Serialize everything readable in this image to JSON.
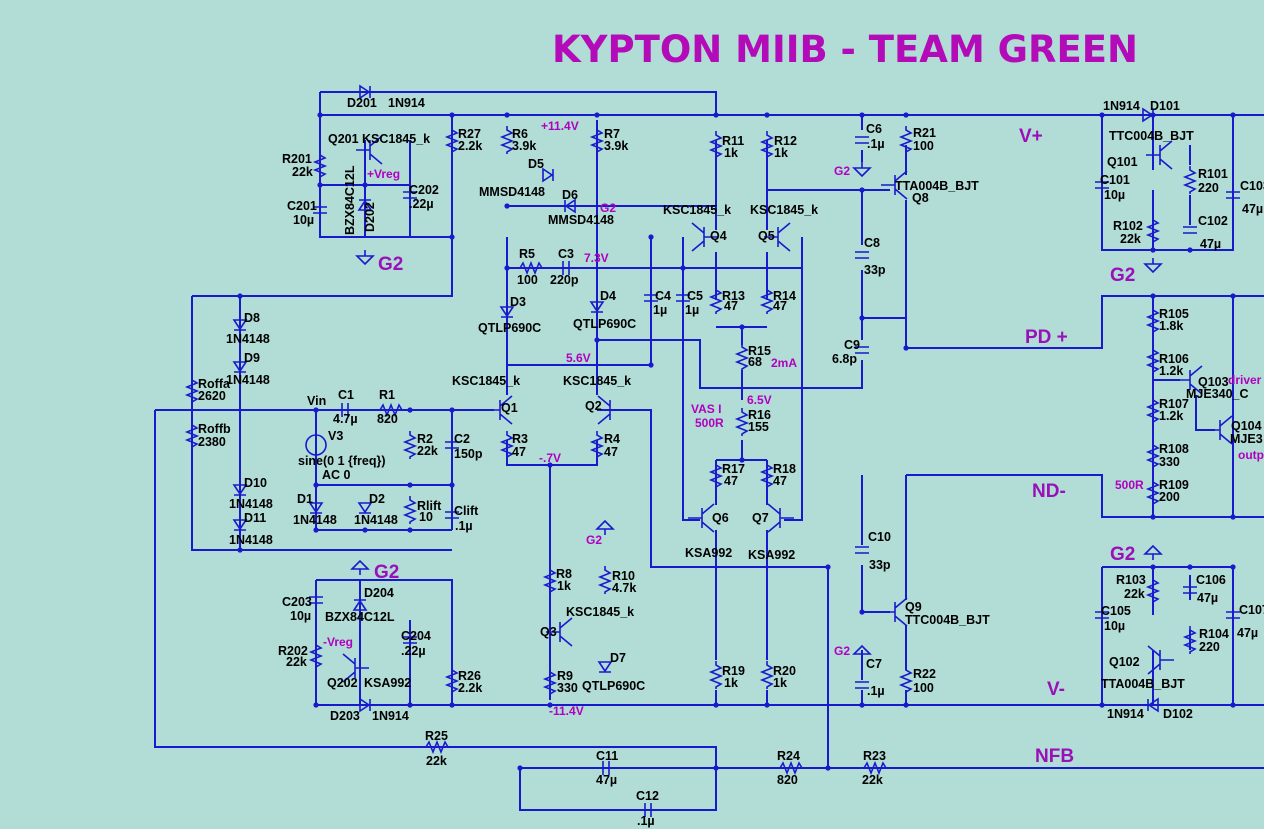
{
  "title": "KYPTON MIIB - TEAM GREEN",
  "colors": {
    "background": "#b2dcd6",
    "wire": "#1a1acd",
    "net_label": "#9a10b8",
    "voltage_annot": "#b000c0",
    "title": "#b40bb8"
  },
  "net_labels": [
    {
      "id": "vplus",
      "text": "V+"
    },
    {
      "id": "vminus",
      "text": "V-"
    },
    {
      "id": "pdplus",
      "text": "PD +"
    },
    {
      "id": "ndminus",
      "text": "ND-"
    },
    {
      "id": "nfb",
      "text": "NFB"
    },
    {
      "id": "g2a",
      "text": "G2"
    },
    {
      "id": "g2b",
      "text": "G2"
    },
    {
      "id": "g2c",
      "text": "G2"
    },
    {
      "id": "g2d",
      "text": "G2"
    }
  ],
  "annotations": [
    {
      "id": "v114",
      "text": "+11.4V"
    },
    {
      "id": "v73",
      "text": "7.3V"
    },
    {
      "id": "v56",
      "text": "5.6V"
    },
    {
      "id": "vm07",
      "text": "-.7V"
    },
    {
      "id": "v2ma",
      "text": "2mA"
    },
    {
      "id": "v65",
      "text": "6.5V"
    },
    {
      "id": "vasi",
      "text": "VAS I"
    },
    {
      "id": "vas500",
      "text": "500R"
    },
    {
      "id": "vm114",
      "text": "-11.4V"
    },
    {
      "id": "vreg",
      "text": "+Vreg"
    },
    {
      "id": "mvreg",
      "text": "-Vreg"
    },
    {
      "id": "r500b",
      "text": "500R"
    },
    {
      "id": "g2s1",
      "text": "G2"
    },
    {
      "id": "g2s2",
      "text": "G2"
    },
    {
      "id": "g2s3",
      "text": "G2"
    },
    {
      "id": "g2s4",
      "text": "G2"
    },
    {
      "id": "driver",
      "text": "driver"
    },
    {
      "id": "outp",
      "text": "outp"
    }
  ],
  "labels": [
    {
      "id": "D201",
      "text": "D201"
    },
    {
      "id": "1N914a",
      "text": "1N914"
    },
    {
      "id": "Q201",
      "text": "Q201"
    },
    {
      "id": "KSC1845a",
      "text": "KSC1845_k"
    },
    {
      "id": "R201",
      "text": "R201"
    },
    {
      "id": "22ka",
      "text": "22k"
    },
    {
      "id": "C201",
      "text": "C201"
    },
    {
      "id": "10ua",
      "text": "10µ"
    },
    {
      "id": "BZX84a",
      "text": "BZX84C12L"
    },
    {
      "id": "D202",
      "text": "D202"
    },
    {
      "id": "C202",
      "text": "C202"
    },
    {
      "id": "22ua",
      "text": ".22µ"
    },
    {
      "id": "R27",
      "text": "R27"
    },
    {
      "id": "2k2a",
      "text": "2.2k"
    },
    {
      "id": "R6",
      "text": "R6"
    },
    {
      "id": "3k9a",
      "text": "3.9k"
    },
    {
      "id": "R7",
      "text": "R7"
    },
    {
      "id": "3k9b",
      "text": "3.9k"
    },
    {
      "id": "D5",
      "text": "D5"
    },
    {
      "id": "MMSD1",
      "text": "MMSD4148"
    },
    {
      "id": "D6",
      "text": "D6"
    },
    {
      "id": "MMSD2",
      "text": "MMSD4148"
    },
    {
      "id": "R5",
      "text": "R5"
    },
    {
      "id": "100a",
      "text": "100"
    },
    {
      "id": "C3",
      "text": "C3"
    },
    {
      "id": "220p",
      "text": "220p"
    },
    {
      "id": "D3",
      "text": "D3"
    },
    {
      "id": "QTLP1",
      "text": "QTLP690C"
    },
    {
      "id": "D4",
      "text": "D4"
    },
    {
      "id": "QTLP2",
      "text": "QTLP690C"
    },
    {
      "id": "C4",
      "text": "C4"
    },
    {
      "id": "1ua",
      "text": "1µ"
    },
    {
      "id": "C5",
      "text": "C5"
    },
    {
      "id": "1ub",
      "text": "1µ"
    },
    {
      "id": "R11",
      "text": "R11"
    },
    {
      "id": "1ka",
      "text": "1k"
    },
    {
      "id": "R12",
      "text": "R12"
    },
    {
      "id": "1kb",
      "text": "1k"
    },
    {
      "id": "KSC4",
      "text": "KSC1845_k"
    },
    {
      "id": "Q4",
      "text": "Q4"
    },
    {
      "id": "KSC5",
      "text": "KSC1845_k"
    },
    {
      "id": "Q5",
      "text": "Q5"
    },
    {
      "id": "R13",
      "text": "R13"
    },
    {
      "id": "47a",
      "text": "47"
    },
    {
      "id": "R14",
      "text": "R14"
    },
    {
      "id": "47b",
      "text": "47"
    },
    {
      "id": "R15",
      "text": "R15"
    },
    {
      "id": "68",
      "text": "68"
    },
    {
      "id": "R16",
      "text": "R16"
    },
    {
      "id": "155",
      "text": "155"
    },
    {
      "id": "R17",
      "text": "R17"
    },
    {
      "id": "47c",
      "text": "47"
    },
    {
      "id": "R18",
      "text": "R18"
    },
    {
      "id": "47d",
      "text": "47"
    },
    {
      "id": "Q6",
      "text": "Q6"
    },
    {
      "id": "KSA6",
      "text": "KSA992"
    },
    {
      "id": "Q7",
      "text": "Q7"
    },
    {
      "id": "KSA7",
      "text": "KSA992"
    },
    {
      "id": "C6",
      "text": "C6"
    },
    {
      "id": "1uc",
      "text": ".1µ"
    },
    {
      "id": "R21",
      "text": "R21"
    },
    {
      "id": "100b",
      "text": "100"
    },
    {
      "id": "TTA8",
      "text": "TTA004B_BJT"
    },
    {
      "id": "Q8",
      "text": "Q8"
    },
    {
      "id": "C8",
      "text": "C8"
    },
    {
      "id": "33pa",
      "text": "33p"
    },
    {
      "id": "C9",
      "text": "C9"
    },
    {
      "id": "6p8",
      "text": "6.8p"
    },
    {
      "id": "Vin",
      "text": "Vin"
    },
    {
      "id": "C1",
      "text": "C1"
    },
    {
      "id": "4u7",
      "text": "4.7µ"
    },
    {
      "id": "R1",
      "text": "R1"
    },
    {
      "id": "820a",
      "text": "820"
    },
    {
      "id": "V3",
      "text": "V3"
    },
    {
      "id": "sine",
      "text": "sine(0 1 {freq})"
    },
    {
      "id": "ac0",
      "text": "AC 0"
    },
    {
      "id": "R2",
      "text": "R2"
    },
    {
      "id": "22kb",
      "text": "22k"
    },
    {
      "id": "C2",
      "text": "C2"
    },
    {
      "id": "150p",
      "text": "150p"
    },
    {
      "id": "KSC1",
      "text": "KSC1845_k"
    },
    {
      "id": "Q1",
      "text": "Q1"
    },
    {
      "id": "KSC2",
      "text": "KSC1845_k"
    },
    {
      "id": "Q2",
      "text": "Q2"
    },
    {
      "id": "R3",
      "text": "R3"
    },
    {
      "id": "47e",
      "text": "47"
    },
    {
      "id": "R4",
      "text": "R4"
    },
    {
      "id": "47f",
      "text": "47"
    },
    {
      "id": "D8",
      "text": "D8"
    },
    {
      "id": "1N4148a",
      "text": "1N4148"
    },
    {
      "id": "D9",
      "text": "D9"
    },
    {
      "id": "1N4148b",
      "text": "1N4148"
    },
    {
      "id": "Roffa",
      "text": "Roffa"
    },
    {
      "id": "2620",
      "text": "2620"
    },
    {
      "id": "Roffb",
      "text": "Roffb"
    },
    {
      "id": "2380",
      "text": "2380"
    },
    {
      "id": "D10",
      "text": "D10"
    },
    {
      "id": "1N4148c",
      "text": "1N4148"
    },
    {
      "id": "D11",
      "text": "D11"
    },
    {
      "id": "1N4148d",
      "text": "1N4148"
    },
    {
      "id": "D1",
      "text": "D1"
    },
    {
      "id": "1N4148e",
      "text": "1N4148"
    },
    {
      "id": "D2",
      "text": "D2"
    },
    {
      "id": "1N4148f",
      "text": "1N4148"
    },
    {
      "id": "Rlift",
      "text": "Rlift"
    },
    {
      "id": "10a",
      "text": "10"
    },
    {
      "id": "Clift",
      "text": "Clift"
    },
    {
      "id": "1ud",
      "text": ".1µ"
    },
    {
      "id": "C203",
      "text": "C203"
    },
    {
      "id": "10ub",
      "text": "10µ"
    },
    {
      "id": "D204",
      "text": "D204"
    },
    {
      "id": "BZX84b",
      "text": "BZX84C12L"
    },
    {
      "id": "C204",
      "text": "C204"
    },
    {
      "id": "22ub",
      "text": ".22µ"
    },
    {
      "id": "R202",
      "text": "R202"
    },
    {
      "id": "22kc",
      "text": "22k"
    },
    {
      "id": "Q202",
      "text": "Q202"
    },
    {
      "id": "KSA202",
      "text": "KSA992"
    },
    {
      "id": "R26",
      "text": "R26"
    },
    {
      "id": "2k2b",
      "text": "2.2k"
    },
    {
      "id": "D203",
      "text": "D203"
    },
    {
      "id": "1N914b",
      "text": "1N914"
    },
    {
      "id": "R8",
      "text": "R8"
    },
    {
      "id": "1kc",
      "text": "1k"
    },
    {
      "id": "R10",
      "text": "R10"
    },
    {
      "id": "4k7",
      "text": "4.7k"
    },
    {
      "id": "Q3",
      "text": "Q3"
    },
    {
      "id": "KSC3",
      "text": "KSC1845_k"
    },
    {
      "id": "R9",
      "text": "R9"
    },
    {
      "id": "330a",
      "text": "330"
    },
    {
      "id": "D7",
      "text": "D7"
    },
    {
      "id": "QTLP3",
      "text": "QTLP690C"
    },
    {
      "id": "R19",
      "text": "R19"
    },
    {
      "id": "1kd",
      "text": "1k"
    },
    {
      "id": "R20",
      "text": "R20"
    },
    {
      "id": "1ke",
      "text": "1k"
    },
    {
      "id": "C10",
      "text": "C10"
    },
    {
      "id": "33pb",
      "text": "33p"
    },
    {
      "id": "Q9",
      "text": "Q9"
    },
    {
      "id": "TTC9",
      "text": "TTC004B_BJT"
    },
    {
      "id": "C7",
      "text": "C7"
    },
    {
      "id": "1ue",
      "text": ".1µ"
    },
    {
      "id": "R22",
      "text": "R22"
    },
    {
      "id": "100c",
      "text": "100"
    },
    {
      "id": "R25",
      "text": "R25"
    },
    {
      "id": "22kd",
      "text": "22k"
    },
    {
      "id": "C11",
      "text": "C11"
    },
    {
      "id": "47ua",
      "text": "47µ"
    },
    {
      "id": "C12",
      "text": "C12"
    },
    {
      "id": "1uf",
      "text": ".1µ"
    },
    {
      "id": "R24",
      "text": "R24"
    },
    {
      "id": "820b",
      "text": "820"
    },
    {
      "id": "R23",
      "text": "R23"
    },
    {
      "id": "22ke",
      "text": "22k"
    },
    {
      "id": "1N914c",
      "text": "1N914"
    },
    {
      "id": "D101",
      "text": "D101"
    },
    {
      "id": "TTC101",
      "text": "TTC004B_BJT"
    },
    {
      "id": "Q101",
      "text": "Q101"
    },
    {
      "id": "R101",
      "text": "R101"
    },
    {
      "id": "220a",
      "text": "220"
    },
    {
      "id": "C101",
      "text": "C101"
    },
    {
      "id": "10uc",
      "text": "10µ"
    },
    {
      "id": "C103",
      "text": "C103"
    },
    {
      "id": "47ub",
      "text": "47µ"
    },
    {
      "id": "R102",
      "text": "R102"
    },
    {
      "id": "22kf",
      "text": "22k"
    },
    {
      "id": "C102",
      "text": "C102"
    },
    {
      "id": "47uc",
      "text": "47µ"
    },
    {
      "id": "R105",
      "text": "R105"
    },
    {
      "id": "1k8",
      "text": "1.8k"
    },
    {
      "id": "R106",
      "text": "R106"
    },
    {
      "id": "1k2a",
      "text": "1.2k"
    },
    {
      "id": "Q103",
      "text": "Q103"
    },
    {
      "id": "MJE1",
      "text": "MJE340_C"
    },
    {
      "id": "R107",
      "text": "R107"
    },
    {
      "id": "1k2b",
      "text": "1.2k"
    },
    {
      "id": "Q104",
      "text": "Q104"
    },
    {
      "id": "MJE2",
      "text": "MJE3"
    },
    {
      "id": "R108",
      "text": "R108"
    },
    {
      "id": "330b",
      "text": "330"
    },
    {
      "id": "R109",
      "text": "R109"
    },
    {
      "id": "200",
      "text": "200"
    },
    {
      "id": "R103",
      "text": "R103"
    },
    {
      "id": "22kg",
      "text": "22k"
    },
    {
      "id": "C106",
      "text": "C106"
    },
    {
      "id": "47ud",
      "text": "47µ"
    },
    {
      "id": "C105",
      "text": "C105"
    },
    {
      "id": "10ud",
      "text": "10µ"
    },
    {
      "id": "C107",
      "text": "C107"
    },
    {
      "id": "47ue",
      "text": "47µ"
    },
    {
      "id": "R104",
      "text": "R104"
    },
    {
      "id": "220b",
      "text": "220"
    },
    {
      "id": "Q102",
      "text": "Q102"
    },
    {
      "id": "TTA102",
      "text": "TTA004B_BJT"
    },
    {
      "id": "1N914d",
      "text": "1N914"
    },
    {
      "id": "D102",
      "text": "D102"
    }
  ]
}
